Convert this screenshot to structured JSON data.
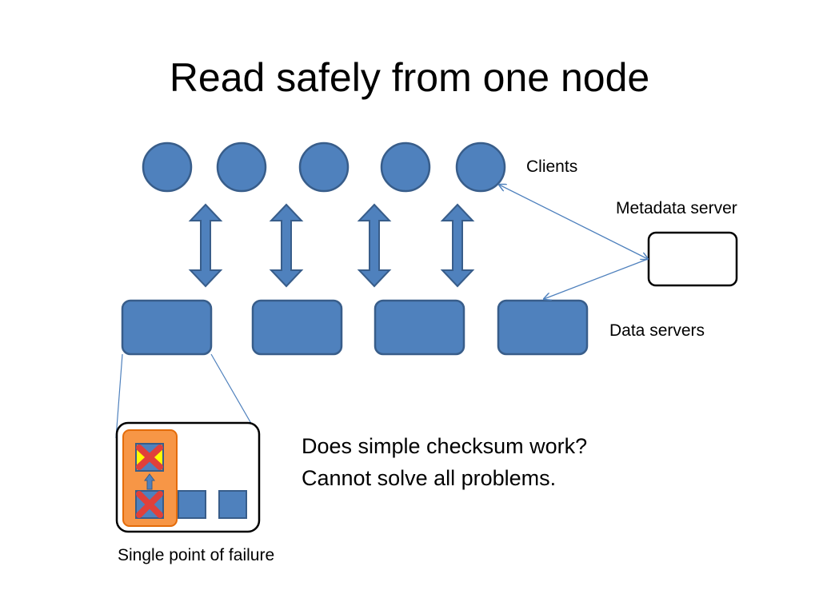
{
  "title": "Read safely from one node",
  "labels": {
    "clients": "Clients",
    "metadata_server": "Metadata server",
    "data_servers": "Data servers",
    "single_point_of_failure": "Single point of failure"
  },
  "question": {
    "line1": "Does simple checksum work?",
    "line2": "Cannot solve all problems."
  },
  "colors": {
    "node_fill": "#4f81bd",
    "node_stroke": "#385d8a",
    "highlight_fill": "#f79646",
    "failure_mark": "#e0403a",
    "corrupt_fill": "#ffff00",
    "connector": "#4f81bd"
  }
}
